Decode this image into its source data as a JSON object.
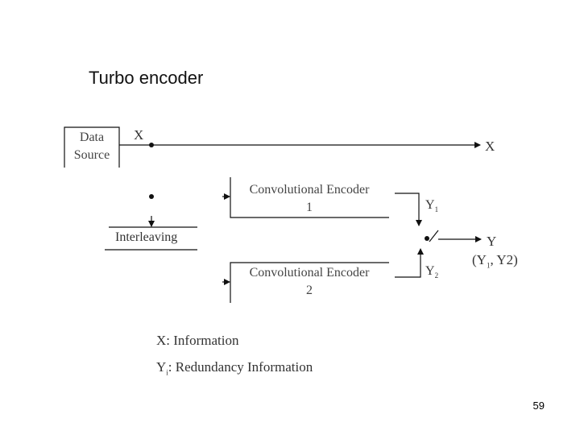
{
  "slide": {
    "title": "Turbo encoder",
    "page_number": "59"
  },
  "diagram": {
    "data_source": {
      "line1": "Data",
      "line2": "Source"
    },
    "interleaving": "Interleaving",
    "encoder1": {
      "line1": "Convolutional Encoder",
      "line2": "1"
    },
    "encoder2": {
      "line1": "Convolutional Encoder",
      "line2": "2"
    },
    "signals": {
      "x_in": "X",
      "x_out": "X",
      "y1": "Y",
      "y1_sub": "1",
      "y2": "Y",
      "y2_sub": "2",
      "y_out": "Y",
      "y_combo_open": "(Y",
      "y_combo_sub": "1",
      "y_combo_rest": ", Y2)"
    }
  },
  "legend": {
    "x_info": "X:  Information",
    "yi_prefix": "Y",
    "yi_sub": "i",
    "yi_text": ": Redundancy Information"
  }
}
